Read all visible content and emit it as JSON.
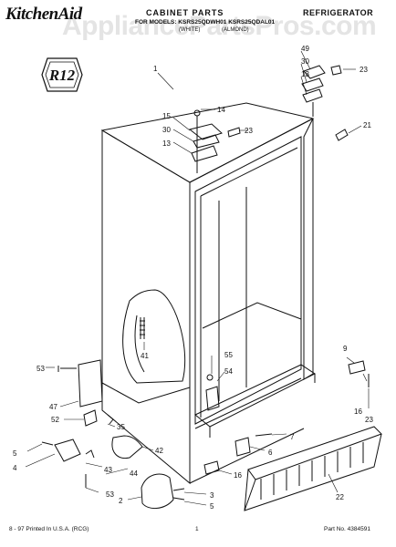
{
  "header": {
    "brand": "KitchenAid",
    "title": "CABINET PARTS",
    "category": "REFRIGERATOR",
    "models": "FOR MODELS: KSRS25QDWH01 KSRS25QDAL01",
    "code1": "(WHITE)",
    "code2": "(ALMOND)"
  },
  "watermark": "AppliancePartsPros.com",
  "seal_text": "R12",
  "callouts": [
    "1",
    "14",
    "15",
    "30",
    "23",
    "13",
    "49",
    "30",
    "13",
    "23",
    "21",
    "41",
    "55",
    "54",
    "9",
    "53",
    "47",
    "52",
    "35",
    "5",
    "4",
    "43",
    "44",
    "42",
    "53",
    "2",
    "3",
    "5",
    "7",
    "6",
    "16",
    "16",
    "23",
    "22"
  ],
  "footer": {
    "printed": "8 - 97 Printed In U.S.A. (RCG)",
    "page": "1",
    "part_no": "Part No. 4384591"
  },
  "colors": {
    "ink": "#111111",
    "watermark": "#cfcfcf"
  }
}
